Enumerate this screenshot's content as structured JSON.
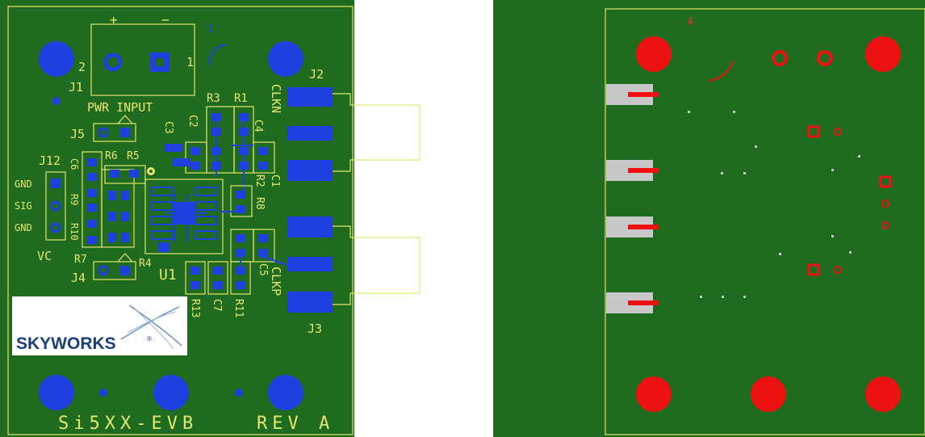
{
  "top_board": {
    "labels": {
      "plus": "+",
      "minus": "−",
      "pin2": "2",
      "pin1": "1",
      "pin1_arc": "1",
      "j1": "J1",
      "j2": "J2",
      "j3": "J3",
      "j4": "J4",
      "j5": "J5",
      "j12": "J12",
      "pwr_input": "PWR INPUT",
      "clkn": "CLKN",
      "clkp": "CLKP",
      "r1": "R1",
      "r2": "R2",
      "r3": "R3",
      "r4": "R4",
      "r5": "R5",
      "r6": "R6",
      "r7": "R7",
      "r8": "R8",
      "r9": "R9",
      "r10": "R10",
      "r11": "R11",
      "r13": "R13",
      "c1": "C1",
      "c2": "C2",
      "c3": "C3",
      "c4": "C4",
      "c5": "C5",
      "c6": "C6",
      "c7": "C7",
      "u1": "U1",
      "gnd_top": "GND",
      "sig": "SIG",
      "gnd_bottom": "GND",
      "vc": "VC",
      "board_name": "Si5XX-EVB",
      "revision": "REV A"
    },
    "logo_text": "SKYWORKS",
    "logo_mark": "®"
  },
  "bottom_board": {
    "labels": {
      "corner_number": "4"
    }
  },
  "colors": {
    "board_green": "#1f6b1f",
    "silkscreen": "#e6e66e",
    "top_copper": "#1f3fe0",
    "bottom_copper": "#ee1111",
    "gold_finger": "#c8c8c8",
    "logo_blue": "#1a3f7a"
  }
}
